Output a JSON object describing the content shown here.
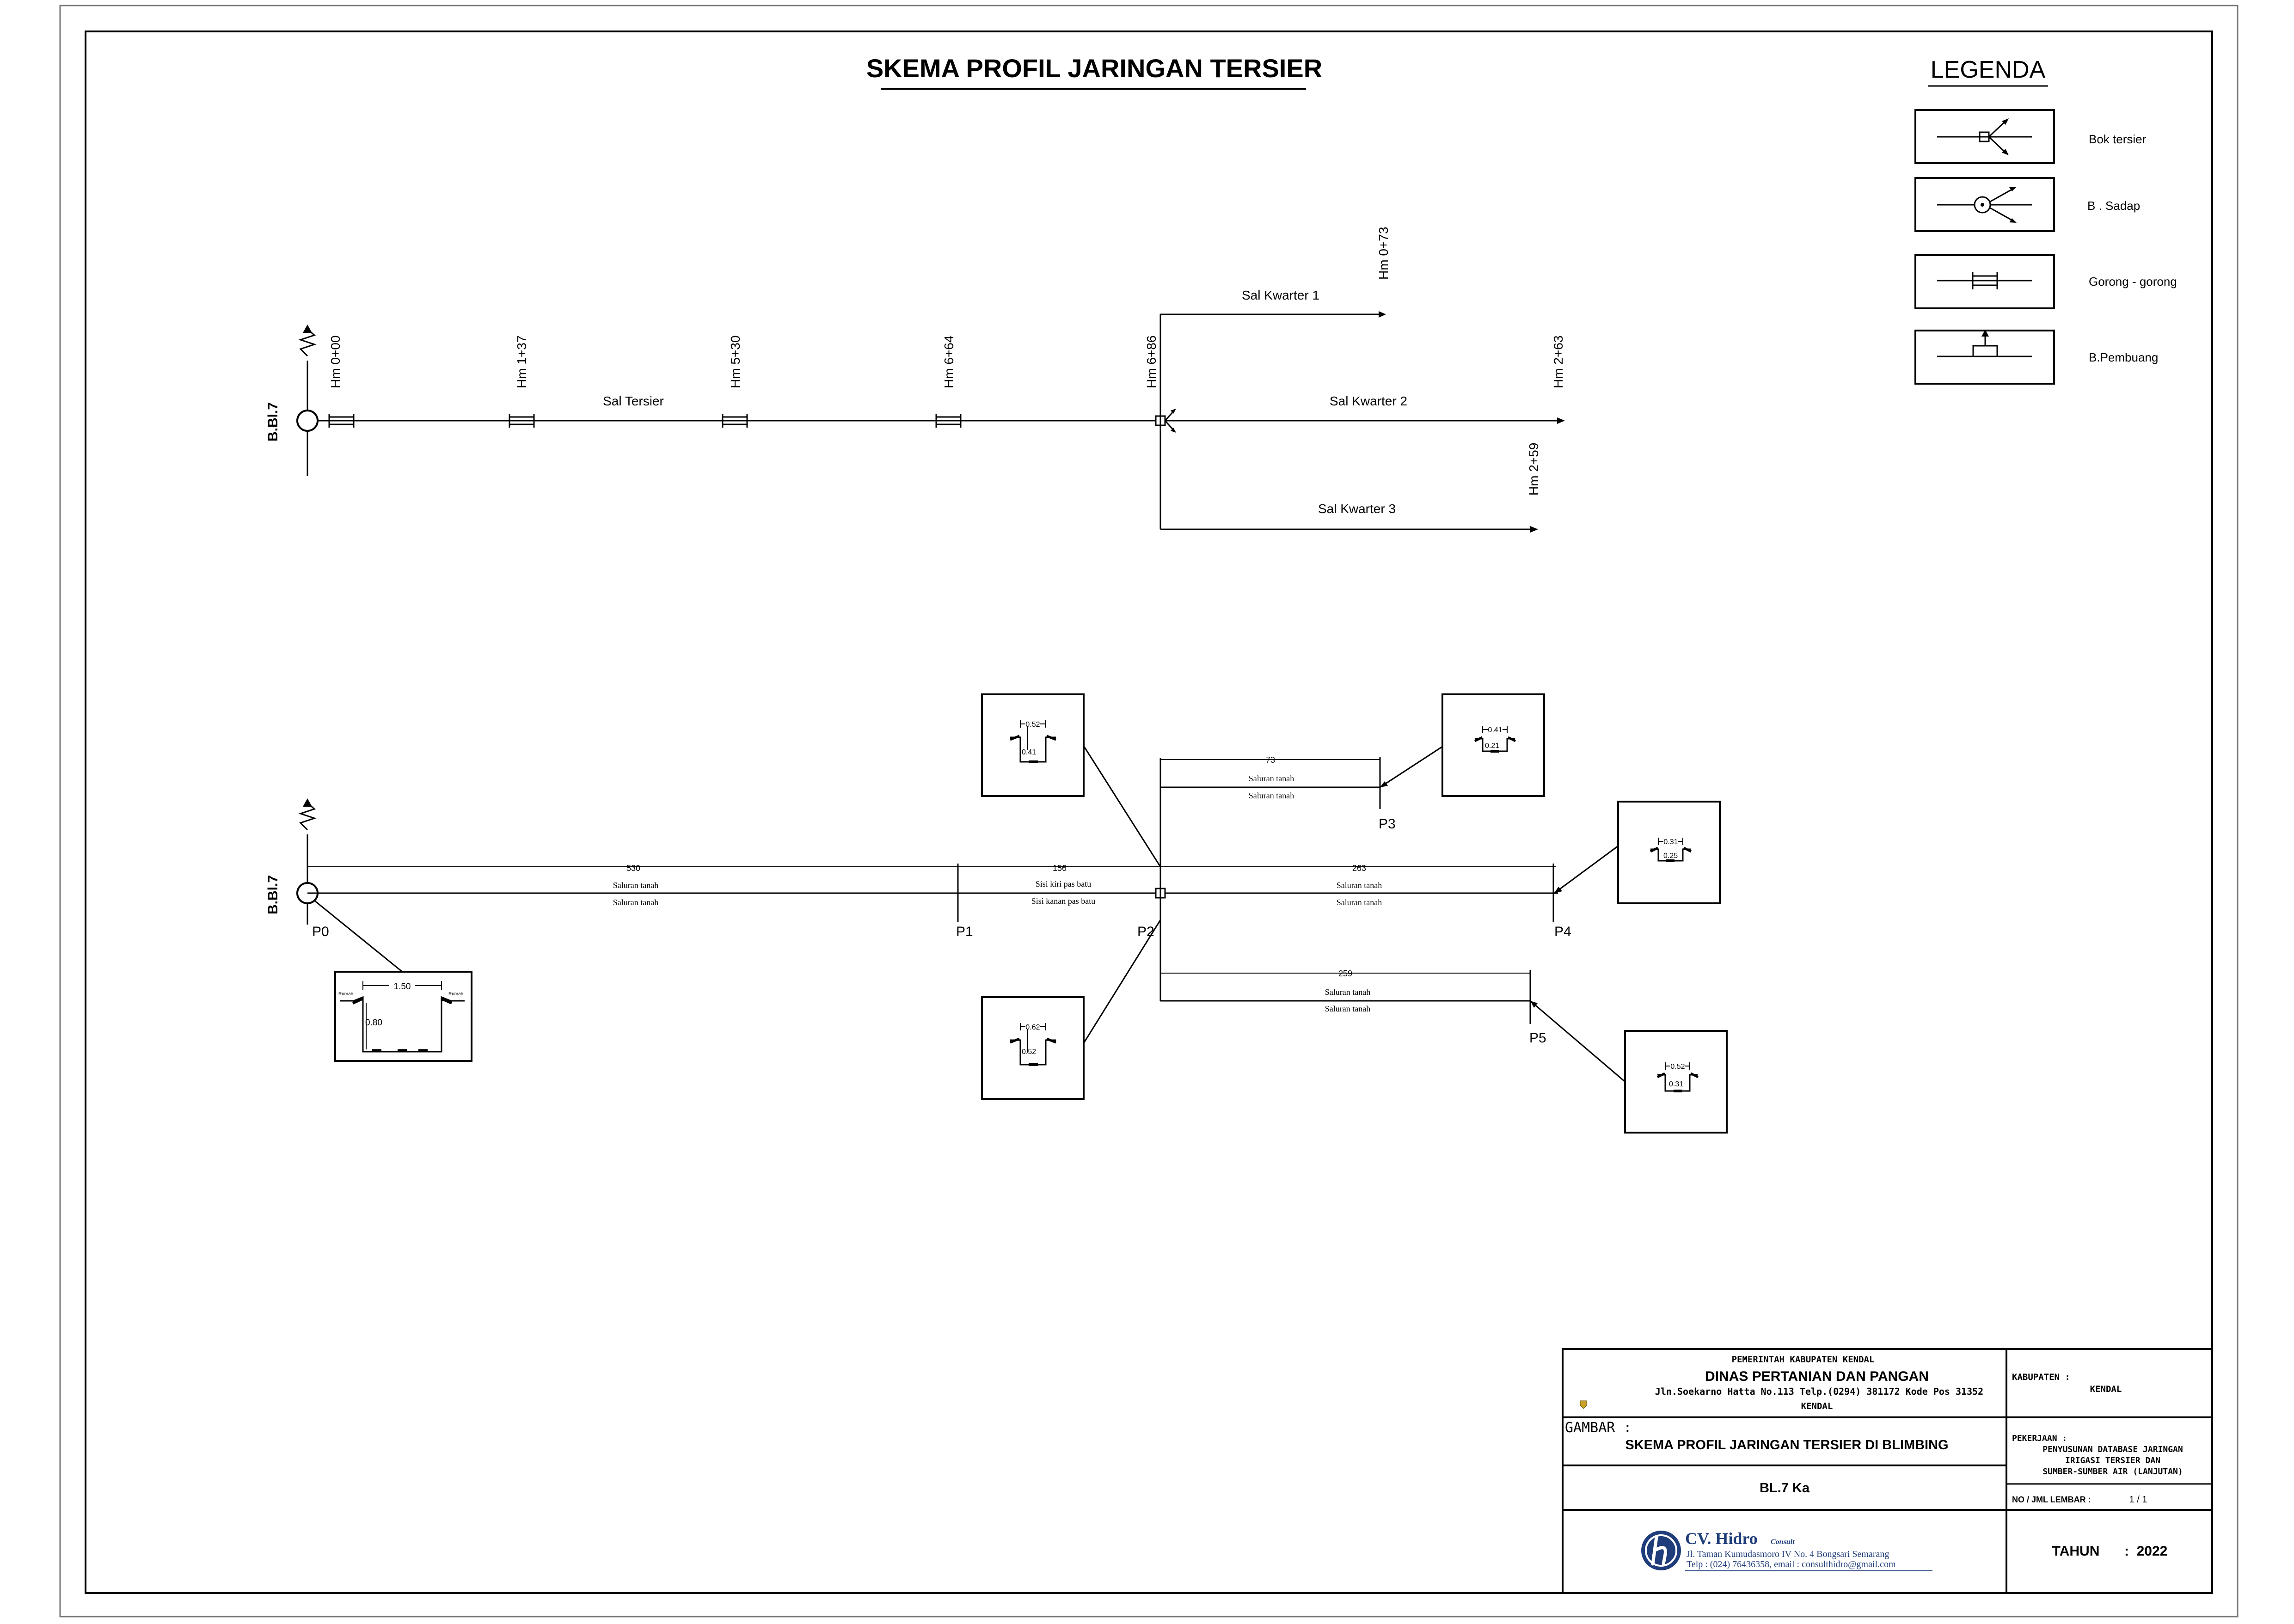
{
  "title": "SKEMA PROFIL JARINGAN TERSIER",
  "legend": {
    "title": "LEGENDA",
    "items": [
      {
        "icon": "bok-tersier-icon",
        "label": "Bok tersier"
      },
      {
        "icon": "bangunan-sadap-icon",
        "label": "B . Sadap"
      },
      {
        "icon": "gorong-gorong-icon",
        "label": "Gorong - gorong"
      },
      {
        "icon": "bangunan-pembuang-icon",
        "label": "B.Pembuang"
      }
    ]
  },
  "schema": {
    "source": "B.Bl.7",
    "main_channel": "Sal Tersier",
    "stations": [
      "Hm 0+00",
      "Hm 1+37",
      "Hm 5+30",
      "Hm 6+64",
      "Hm 6+86"
    ],
    "branches": [
      {
        "name": "Sal Kwarter 1",
        "end": "Hm 0+73"
      },
      {
        "name": "Sal Kwarter 2",
        "end": "Hm 2+63"
      },
      {
        "name": "Sal Kwarter 3",
        "end": "Hm 2+59"
      }
    ]
  },
  "profile": {
    "source": "B.Bl.7",
    "points": [
      "P0",
      "P1",
      "P2",
      "P3",
      "P4",
      "P5"
    ],
    "segments": [
      {
        "length": "530",
        "left": "Saluran tanah",
        "right": "Saluran tanah"
      },
      {
        "length": "156",
        "left": "Sisi kiri pas batu",
        "right": "Sisi kanan pas batu"
      },
      {
        "length": "263",
        "left": "Saluran tanah",
        "right": "Saluran tanah"
      },
      {
        "length": "73",
        "left": "Saluran tanah",
        "right": "Saluran tanah"
      },
      {
        "length": "259",
        "left": "Saluran tanah",
        "right": "Saluran tanah"
      }
    ],
    "sections": {
      "p0": {
        "width": "1.50",
        "depth": "0.80",
        "left_label": "Rumah",
        "right_label": "Rumah"
      },
      "p1": {
        "width": "0.52",
        "depth": "0.41"
      },
      "p1_lower": {
        "width": "0.62",
        "depth": "0.52"
      },
      "p3": {
        "width": "0.41",
        "depth": "0.21"
      },
      "p4": {
        "width": "0.31",
        "depth": "0.25"
      },
      "p5": {
        "width": "0.52",
        "depth": "0.31"
      }
    }
  },
  "title_block": {
    "government": "PEMERINTAH KABUPATEN KENDAL",
    "agency": "DINAS PERTANIAN DAN PANGAN",
    "address": "Jln.Soekarno Hatta No.113 Telp.(0294) 381172 Kode Pos 31352",
    "city": "KENDAL",
    "kabupaten_label": "KABUPATEN :",
    "kabupaten_value": "KENDAL",
    "gambar_label": "GAMBAR :",
    "gambar_value": "SKEMA PROFIL JARINGAN TERSIER DI BLIMBING",
    "pekerjaan_label": "PEKERJAAN :",
    "pekerjaan_lines": [
      "PENYUSUNAN DATABASE JARINGAN",
      "IRIGASI TERSIER DAN",
      "SUMBER-SUMBER AIR (LANJUTAN)"
    ],
    "code": "BL.7 Ka",
    "sheet_label": "NO / JML LEMBAR :",
    "sheet_value": "1 / 1",
    "year_label": "TAHUN",
    "year_sep": ":",
    "year_value": "2022",
    "company": "CV. Hidro",
    "company_suffix": "Consult",
    "company_address": "Jl. Taman Kumudasmoro IV No. 4 Bongsari Semarang",
    "company_contact": "Telp : (024) 76436358, email : consulthidro@gmail.com"
  }
}
